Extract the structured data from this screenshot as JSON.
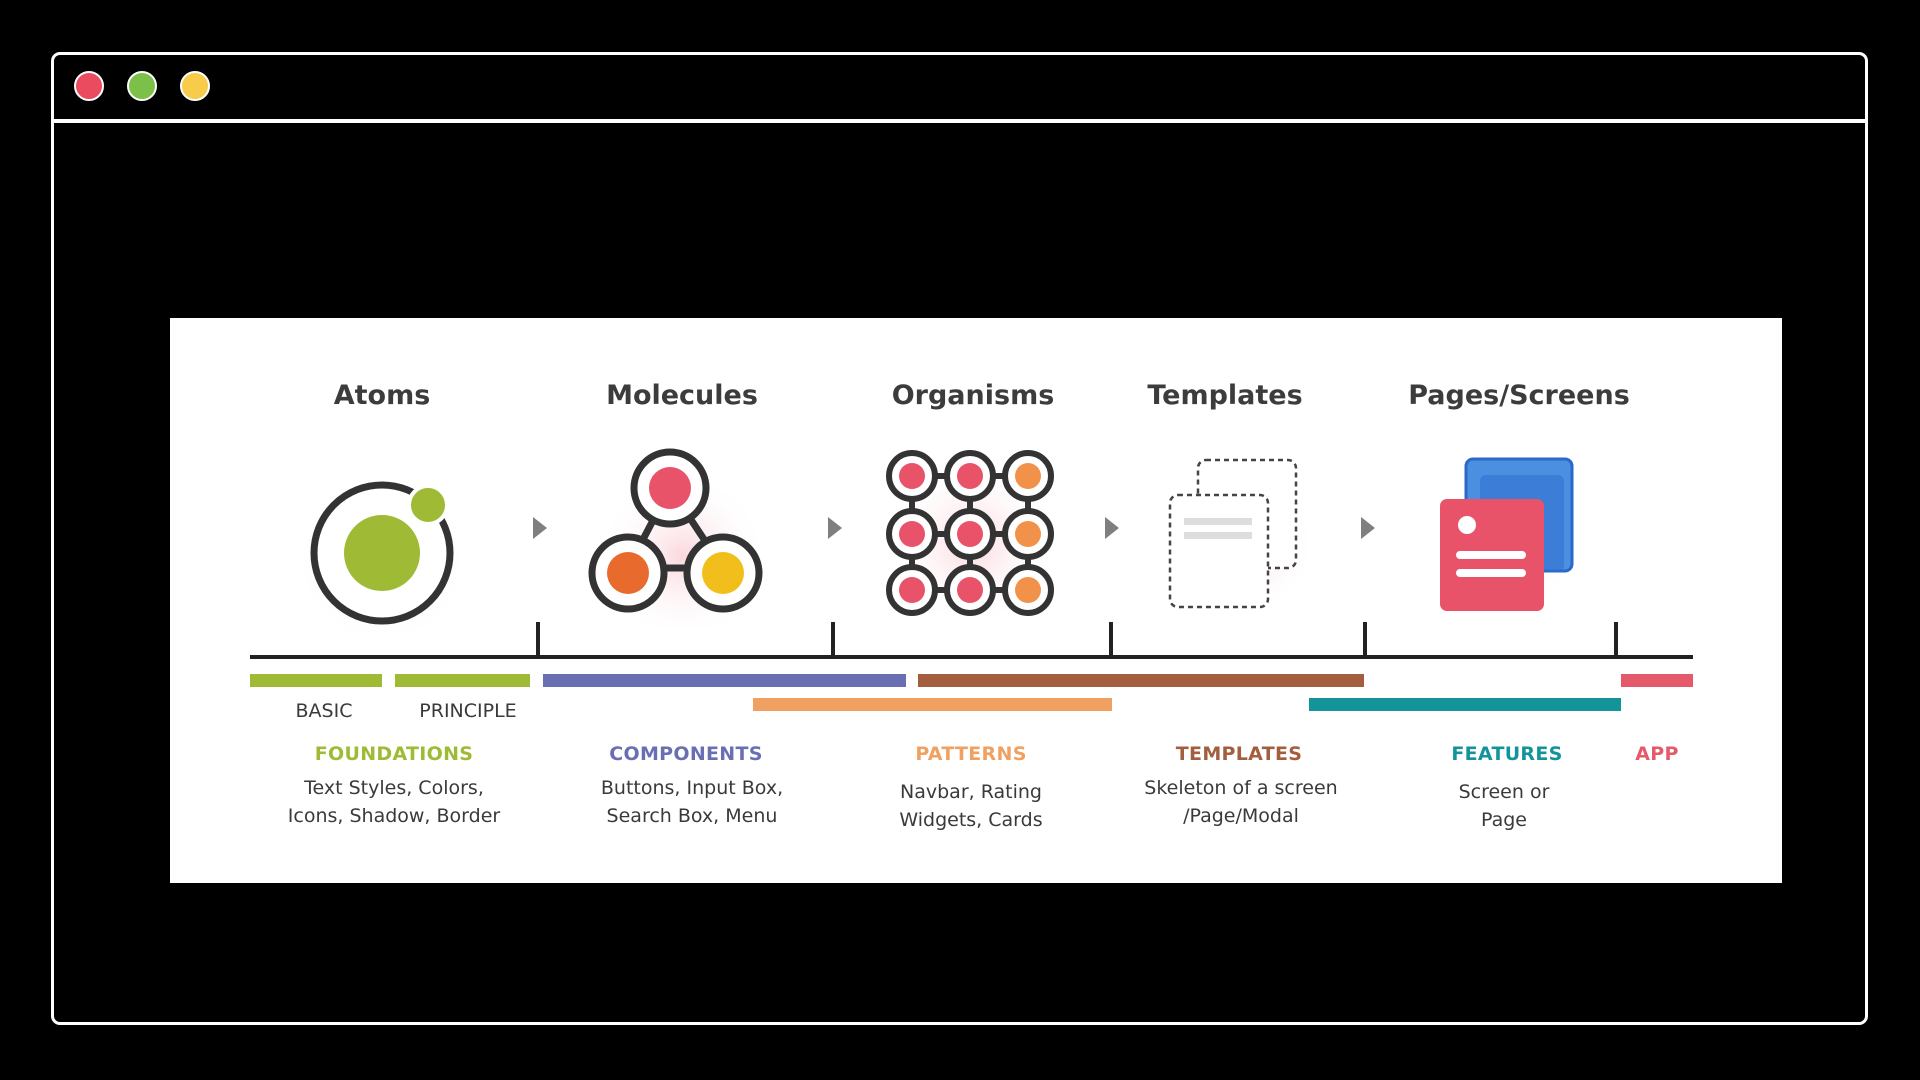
{
  "window": {
    "controls": [
      {
        "name": "close",
        "color": "#ea4b5e"
      },
      {
        "name": "maximize",
        "color": "#7cc04a"
      },
      {
        "name": "minimize",
        "color": "#f6cc4a"
      }
    ]
  },
  "diagram": {
    "stages": [
      {
        "label": "Atoms",
        "icon": "atom-icon"
      },
      {
        "label": "Molecules",
        "icon": "molecule-icon"
      },
      {
        "label": "Organisms",
        "icon": "organism-grid-icon"
      },
      {
        "label": "Templates",
        "icon": "template-pages-icon"
      },
      {
        "label": "Pages/Screens",
        "icon": "page-screen-icon"
      }
    ],
    "sub_labels": [
      "BASIC",
      "PRINCIPLE"
    ],
    "categories": [
      {
        "title": "FOUNDATIONS",
        "color": "#9fba35",
        "desc": "Text Styles, Colors,\nIcons, Shadow, Border"
      },
      {
        "title": "COMPONENTS",
        "color": "#6a6fb4",
        "desc": "Buttons, Input Box,\nSearch Box, Menu"
      },
      {
        "title": "PATTERNS",
        "color": "#f0a060",
        "desc": "Navbar, Rating\nWidgets, Cards"
      },
      {
        "title": "TEMPLATES",
        "color": "#a25e3f",
        "desc": "Skeleton of a screen\n/Page/Modal"
      },
      {
        "title": "FEATURES",
        "color": "#13939a",
        "desc": "Screen or\nPage"
      },
      {
        "title": "APP",
        "color": "#e45a6a",
        "desc": ""
      }
    ]
  }
}
